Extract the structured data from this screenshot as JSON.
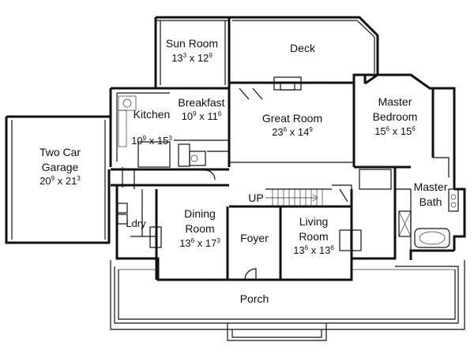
{
  "rooms": {
    "sun_room": {
      "name": "Sun Room",
      "w": "13",
      "w_sup": "3",
      "x": " x ",
      "h": "12",
      "h_sup": "9"
    },
    "deck": {
      "name": "Deck"
    },
    "breakfast": {
      "name": "Breakfast",
      "w": "10",
      "w_sup": "9",
      "x": " x ",
      "h": "11",
      "h_sup": "6"
    },
    "kitchen": {
      "name": "Kitchen",
      "w": "10",
      "w_sup": "9",
      "x": " x ",
      "h": "15",
      "h_sup": "3"
    },
    "great_room": {
      "name": "Great Room",
      "w": "23",
      "w_sup": "6",
      "x": " x ",
      "h": "14",
      "h_sup": "9"
    },
    "master_bedroom": {
      "name_line1": "Master",
      "name_line2": "Bedroom",
      "w": "15",
      "w_sup": "6",
      "x": " x ",
      "h": "15",
      "h_sup": "6"
    },
    "garage": {
      "name_line1": "Two Car",
      "name_line2": "Garage",
      "w": "20",
      "w_sup": "9",
      "x": " x ",
      "h": "21",
      "h_sup": "3"
    },
    "stair": {
      "name": "UP"
    },
    "master_bath": {
      "name_line1": "Master",
      "name_line2": "Bath"
    },
    "dining_room": {
      "name_line1": "Dining",
      "name_line2": "Room",
      "w": "13",
      "w_sup": "6",
      "x": " x ",
      "h": "17",
      "h_sup": "3"
    },
    "laundry": {
      "name": "Ldry"
    },
    "foyer": {
      "name": "Foyer"
    },
    "living_room": {
      "name_line1": "Living",
      "name_line2": "Room",
      "w": "13",
      "w_sup": "6",
      "x": " x ",
      "h": "13",
      "h_sup": "6"
    },
    "porch": {
      "name": "Porch"
    }
  }
}
